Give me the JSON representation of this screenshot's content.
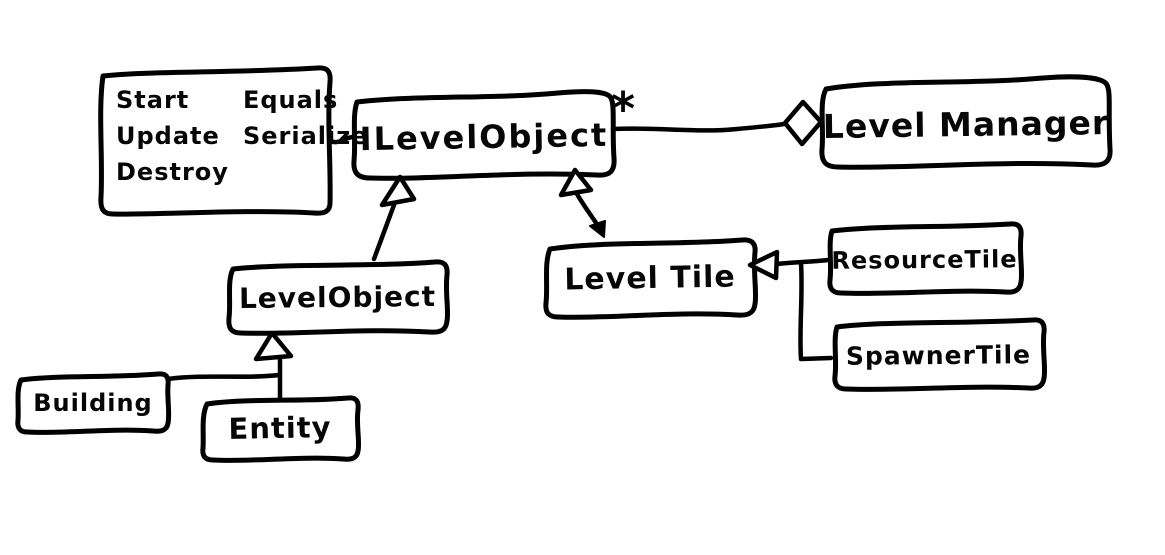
{
  "diagram": {
    "kind": "hand-drawn-uml-class-diagram",
    "colors": {
      "ink": "#000000",
      "background": "#ffffff"
    },
    "nodes": {
      "interface_members": {
        "column1": [
          "Start",
          "Update",
          "Destroy"
        ],
        "column2": [
          "Equals",
          "Serialize"
        ]
      },
      "ilevelobject": {
        "label": "ILevelObject"
      },
      "levelmanager": {
        "label": "Level Manager"
      },
      "levelobject": {
        "label": "LevelObject"
      },
      "leveltile": {
        "label": "Level Tile"
      },
      "resourcetile": {
        "label": "ResourceTile"
      },
      "spawnertile": {
        "label": "SpawnerTile"
      },
      "building": {
        "label": "Building"
      },
      "entity": {
        "label": "Entity"
      }
    },
    "edges": {
      "aggregation_multiplicity": "*",
      "relationships": [
        {
          "from": "ILevelObject",
          "to": "Level Manager",
          "kind": "aggregation",
          "multiplicity": "*"
        },
        {
          "from": "LevelObject",
          "to": "ILevelObject",
          "kind": "realization"
        },
        {
          "from": "Level Tile",
          "to": "ILevelObject",
          "kind": "realization"
        },
        {
          "from": "ResourceTile",
          "to": "Level Tile",
          "kind": "inheritance"
        },
        {
          "from": "SpawnerTile",
          "to": "Level Tile",
          "kind": "inheritance"
        },
        {
          "from": "Building",
          "to": "LevelObject",
          "kind": "inheritance"
        },
        {
          "from": "Entity",
          "to": "LevelObject",
          "kind": "inheritance"
        },
        {
          "from": "member-note",
          "to": "ILevelObject",
          "kind": "note-link"
        }
      ]
    }
  }
}
